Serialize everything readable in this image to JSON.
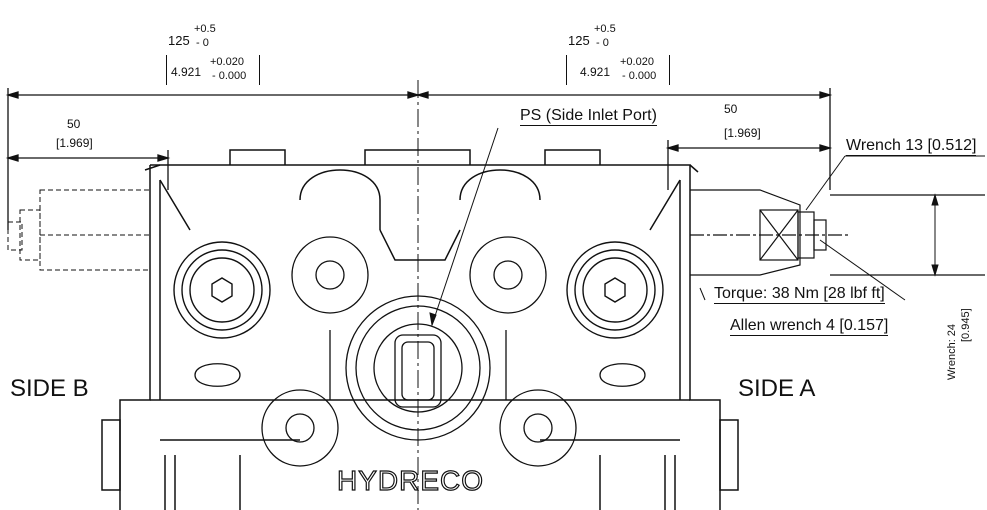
{
  "dimensions": {
    "left_overall": {
      "nominal": "125",
      "tol_upper": "+0.5",
      "tol_lower": "- 0",
      "inch": "4.921",
      "inch_upper": "+0.020",
      "inch_lower": "- 0.000"
    },
    "right_overall": {
      "nominal": "125",
      "tol_upper": "+0.5",
      "tol_lower": "- 0",
      "inch": "4.921",
      "inch_upper": "+0.020",
      "inch_lower": "- 0.000"
    },
    "left_fifty": {
      "mm": "50",
      "inch": "[1.969]"
    },
    "right_fifty": {
      "mm": "50",
      "inch": "[1.969]"
    },
    "wrench_24": {
      "label": "Wrench: 24",
      "inch": "[0.945]"
    }
  },
  "callouts": {
    "side_inlet": "PS (Side Inlet Port)",
    "wrench_13": "Wrench 13 [0.512]",
    "torque": "Torque: 38 Nm [28 lbf ft]",
    "allen": "Allen wrench 4 [0.157]"
  },
  "labels": {
    "side_b": "SIDE B",
    "side_a": "SIDE A",
    "logo": "HYDRECO"
  }
}
